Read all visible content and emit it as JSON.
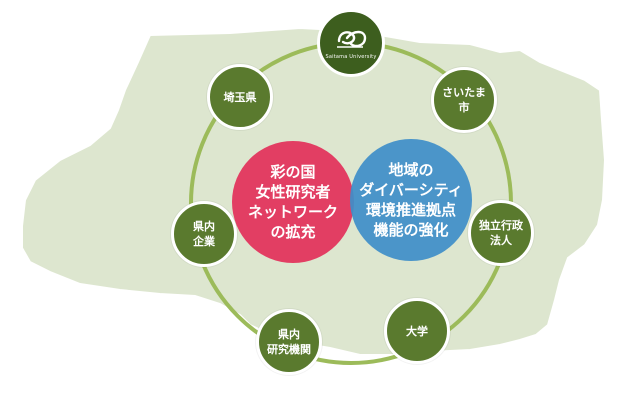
{
  "center": {
    "left_lines": [
      "彩の国",
      "女性研究者",
      "ネットワーク",
      "の拡充"
    ],
    "right_lines": [
      "地域の",
      "ダイバーシティ",
      "環境推進拠点",
      "機能の強化"
    ]
  },
  "logo": {
    "text": "Saitama University",
    "icon": "saitama-university-logo-icon"
  },
  "nodes": {
    "prefecture": [
      "埼玉県"
    ],
    "city": [
      "さいたま",
      "市"
    ],
    "agency": [
      "独立行政",
      "法人"
    ],
    "university": [
      "大学"
    ],
    "research": [
      "県内",
      "研究機関"
    ],
    "company": [
      "県内",
      "企業"
    ]
  },
  "colors": {
    "map": "#dde6cf",
    "ring": "#9cbb5a",
    "node": "#5a7a2e",
    "left_circle": "#e23e63",
    "right_circle": "#3e8ec9",
    "overlap": "#6a4f99"
  }
}
